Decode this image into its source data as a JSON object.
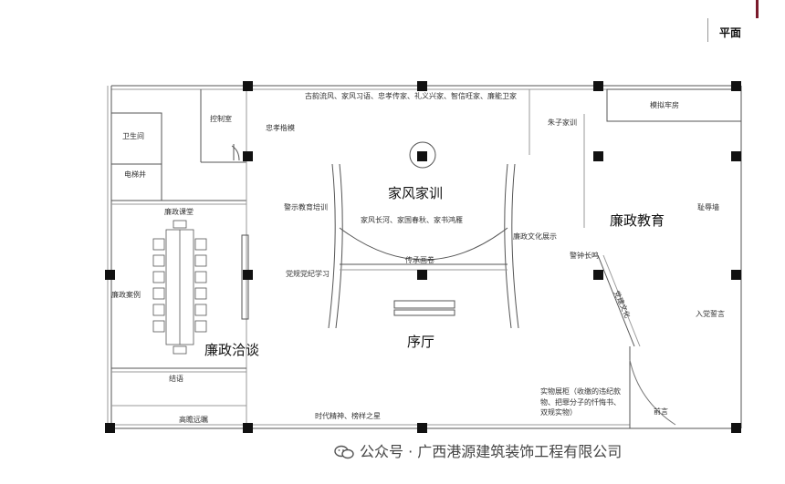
{
  "header": {
    "title": "平面"
  },
  "zones": {
    "main_lobby": "序厅",
    "family_training": "家风家训",
    "clean_education": "廉政教育",
    "clean_talk": "廉政洽谈"
  },
  "rooms": {
    "control_room": "控制室",
    "restroom": "卫生间",
    "elevator": "电梯井",
    "clean_classroom": "廉政课堂",
    "clean_cases": "廉政案例",
    "simulated_cell": "模拟牢房",
    "zhuzi_training": "朱子家训"
  },
  "labels": {
    "top_banner": "古韵流风、家风习语、忠孝传家、礼义兴家、智信旺家、廉能卫家",
    "loyalty_model": "忠孝楷模",
    "warning_edu": "警示教育培训",
    "party_study": "党规党纪学习",
    "family_river": "家风长河、家国春秋、家书鸿雁",
    "heritage_scroll": "传承画卷",
    "clean_culture": "廉政文化展示",
    "alarm_bell": "警钟长鸣",
    "party_culture": "党建文化",
    "reflection_wall": "耻辱墙",
    "party_oath": "入党誓言",
    "exhibit_cabinet": "实物展柜（收缴的违纪款物、把罪分子的忏悔书、双规实物）",
    "preface": "前言",
    "closing": "结语",
    "future_outlook": "高瞻远瞩",
    "spirit_models": "时代精神、榜样之星"
  },
  "watermark": {
    "text": "公众号 · 广西港源建筑装饰工程有限公司"
  }
}
